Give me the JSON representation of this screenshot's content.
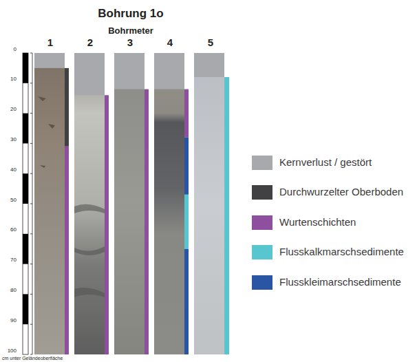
{
  "diagram": {
    "title": "Bohrung 1o",
    "labels": [
      "Bohrmeter",
      "1",
      "2",
      "3",
      "4",
      "5",
      "0",
      "10",
      "20",
      "30",
      "40",
      "50",
      "60",
      "70",
      "80",
      "90",
      "100",
      "cm unter Geländeoberfläche"
    ],
    "legend": [
      {
        "text": "Kernverlust / gestört",
        "color": "#a7a9ac"
      },
      {
        "text": "Durchwurzelter Oberboden",
        "color": "#414042"
      },
      {
        "text": "Wurtenschichten",
        "color": "#8f4f9f"
      },
      {
        "text": "Flusskalkmarschsedimente",
        "color": "#58c6cf"
      },
      {
        "text": "Flusskleimarschsedimente",
        "color": "#2a55a4"
      }
    ]
  }
}
